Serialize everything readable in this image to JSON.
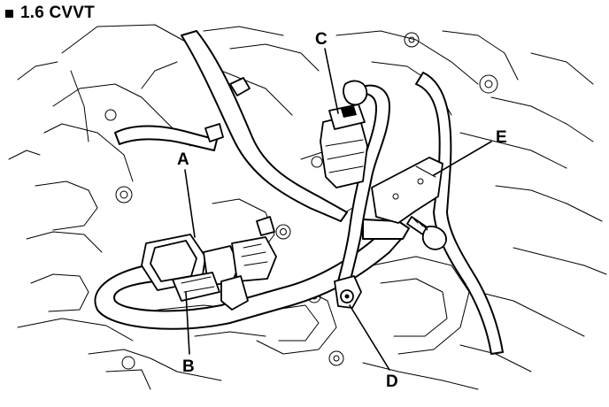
{
  "heading": {
    "title": "1.6 CVVT"
  },
  "callouts": {
    "a": "A",
    "b": "B",
    "c": "C",
    "d": "D",
    "e": "E"
  }
}
